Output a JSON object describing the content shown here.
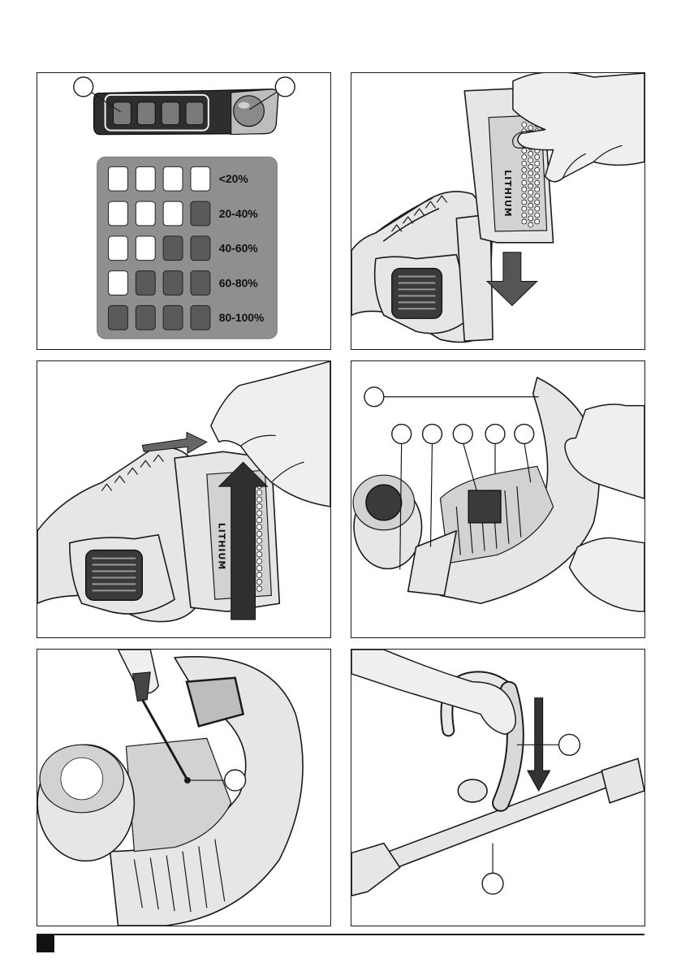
{
  "battery_indicator": {
    "levels": [
      {
        "label": "<20%",
        "lit": 0
      },
      {
        "label": "20-40%",
        "lit": 1
      },
      {
        "label": "40-60%",
        "lit": 2
      },
      {
        "label": "60-80%",
        "lit": 3
      },
      {
        "label": "80-100%",
        "lit": 4
      }
    ],
    "segments": 4
  },
  "battery_stamp": {
    "text_1": "LITHIUM",
    "text_2": "LITHIUM"
  },
  "colors": {
    "ink": "#1a1a1a",
    "indicator_panel": "#8f8f8f",
    "segment_on": "#5a5a5a",
    "segment_off": "#ffffff"
  },
  "icons": [
    "finger-hand-icon",
    "arrow-down-icon",
    "arrow-up-icon",
    "screwdriver-icon"
  ]
}
